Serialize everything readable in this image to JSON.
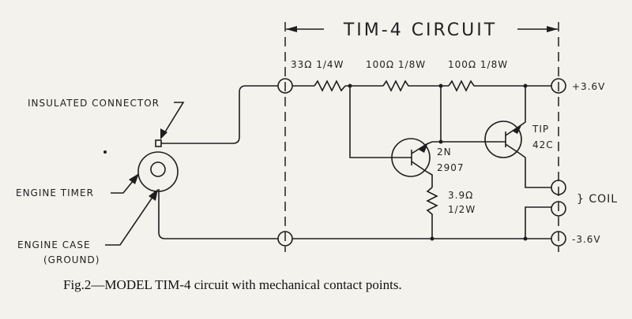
{
  "title": "TIM-4 CIRCUIT",
  "components": {
    "r1": "33Ω 1/4W",
    "r2": "100Ω 1/8W",
    "r3": "100Ω 1/8W",
    "r4_value": "3.9Ω",
    "r4_power": "1/2W",
    "q1_line1": "2N",
    "q1_line2": "2907",
    "q2_line1": "TIP",
    "q2_line2": "42C"
  },
  "terminals": {
    "positive": "+3.6V",
    "negative": "-3.6V",
    "coil": "} COIL"
  },
  "callouts": {
    "connector": "INSULATED CONNECTOR",
    "timer": "ENGINE TIMER",
    "case": "ENGINE CASE",
    "ground": "(GROUND)"
  },
  "caption": "Fig.2—MODEL TIM-4 circuit with mechanical contact points."
}
